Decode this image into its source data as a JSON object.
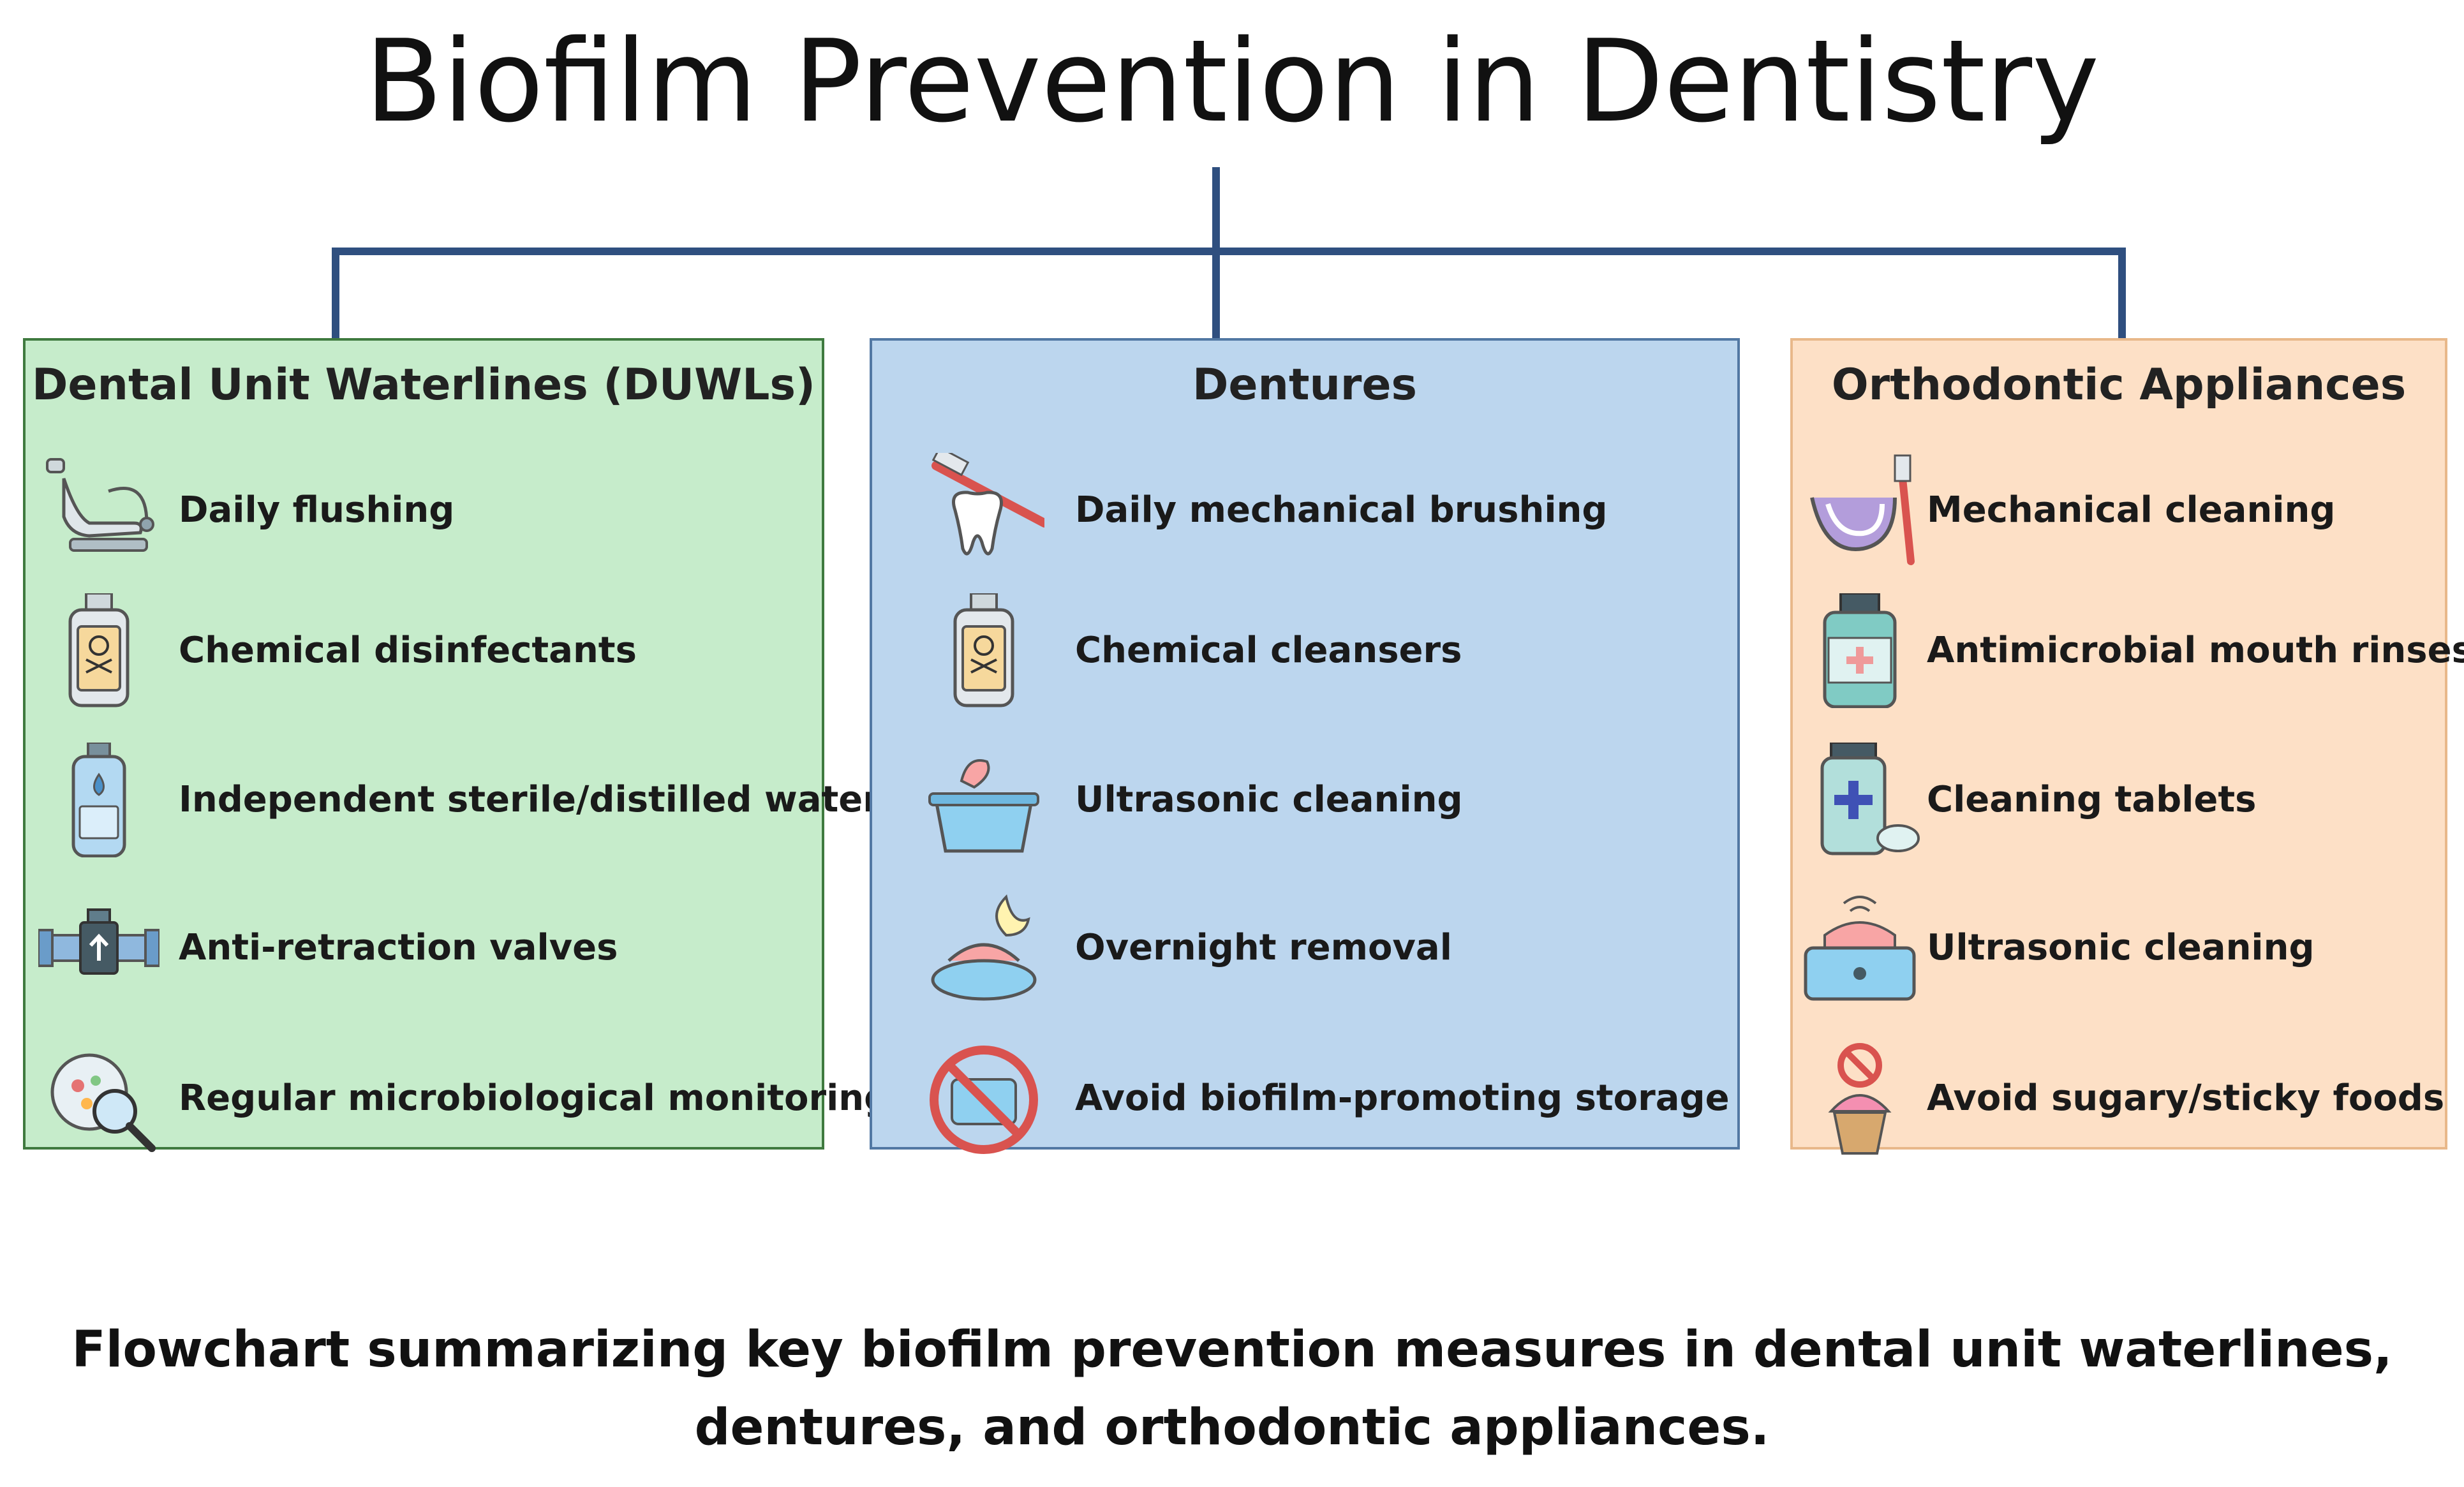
{
  "title": "Biofilm Prevention in Dentistry",
  "colors": {
    "connector": "#2f4f7f",
    "duwl_fill": "#c6eccb",
    "dentures_fill": "#bcd6ee",
    "orthodontic_fill": "#fde0c6"
  },
  "panels": [
    {
      "title": "Dental Unit Waterlines (DUWLs)",
      "items": [
        {
          "label": "Daily flushing",
          "icon": "dental-chair-icon"
        },
        {
          "label": "Chemical disinfectants",
          "icon": "disinfectant-bottle-icon"
        },
        {
          "label": "Independent sterile/distilled water",
          "icon": "water-bottle-icon"
        },
        {
          "label": "Anti-retraction valves",
          "icon": "valve-icon"
        },
        {
          "label": "Regular microbiological monitoring",
          "icon": "petri-dish-magnifier-icon"
        }
      ]
    },
    {
      "title": "Dentures",
      "items": [
        {
          "label": "Daily mechanical brushing",
          "icon": "toothbrush-tooth-icon"
        },
        {
          "label": "Chemical cleansers",
          "icon": "cleanser-bottle-icon"
        },
        {
          "label": "Ultrasonic cleaning",
          "icon": "denture-bath-icon"
        },
        {
          "label": "Overnight removal",
          "icon": "denture-moon-icon"
        },
        {
          "label": "Avoid biofilm-promoting storage",
          "icon": "no-storage-icon"
        }
      ]
    },
    {
      "title": "Orthodontic Appliances",
      "items": [
        {
          "label": "Mechanical cleaning",
          "icon": "retainer-brush-icon"
        },
        {
          "label": "Antimicrobial mouth rinses",
          "icon": "mouthwash-bottle-icon"
        },
        {
          "label": "Cleaning tablets",
          "icon": "tablet-bottle-icon"
        },
        {
          "label": "Ultrasonic cleaning",
          "icon": "ultrasonic-cleaner-icon"
        },
        {
          "label": "Avoid sugary/sticky foods",
          "icon": "no-cupcake-icon"
        }
      ]
    }
  ],
  "caption": {
    "line1": "Flowchart summarizing key biofilm prevention measures in dental unit waterlines,",
    "line2": "dentures, and orthodontic appliances."
  }
}
